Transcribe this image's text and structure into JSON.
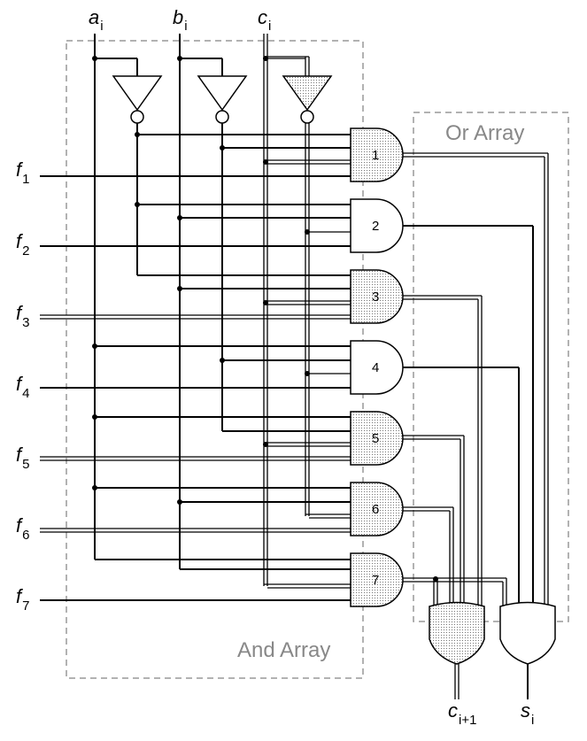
{
  "inputs": {
    "a": {
      "main": "a",
      "sub": "i"
    },
    "b": {
      "main": "b",
      "sub": "i"
    },
    "c": {
      "main": "c",
      "sub": "i"
    }
  },
  "function_lines": [
    {
      "main": "f",
      "sub": "1"
    },
    {
      "main": "f",
      "sub": "2"
    },
    {
      "main": "f",
      "sub": "3"
    },
    {
      "main": "f",
      "sub": "4"
    },
    {
      "main": "f",
      "sub": "5"
    },
    {
      "main": "f",
      "sub": "6"
    },
    {
      "main": "f",
      "sub": "7"
    }
  ],
  "and_gates": [
    "1",
    "2",
    "3",
    "4",
    "5",
    "6",
    "7"
  ],
  "regions": {
    "or_array": "Or Array",
    "and_array": "And Array"
  },
  "outputs": {
    "carry": {
      "main": "c",
      "sub": "i+1"
    },
    "sum": {
      "main": "s",
      "sub": "i"
    }
  },
  "colors": {
    "wire": "#000000",
    "dashed_box": "#999999",
    "region_text": "#888888",
    "shaded_fill": "#dddddd"
  }
}
